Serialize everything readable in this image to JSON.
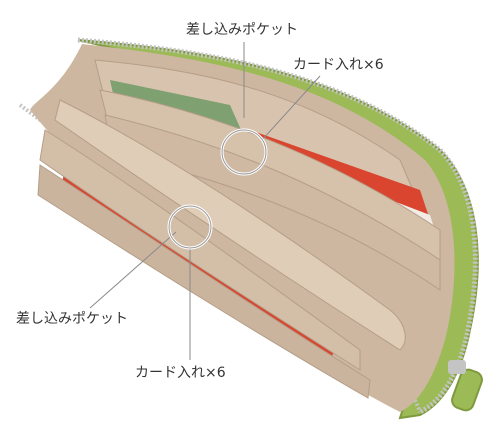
{
  "annotations": {
    "top_pocket": "差し込みポケット",
    "top_cards": "カード入れ×6",
    "bottom_pocket": "差し込みポケット",
    "bottom_cards": "カード入れ×6"
  },
  "colors": {
    "leather_green": "#9cba55",
    "lining_beige": "#cdb7a1",
    "zipper_silver": "#c4c4c4",
    "red_card": "#d9452f",
    "callout_line": "#8a8a8a"
  }
}
